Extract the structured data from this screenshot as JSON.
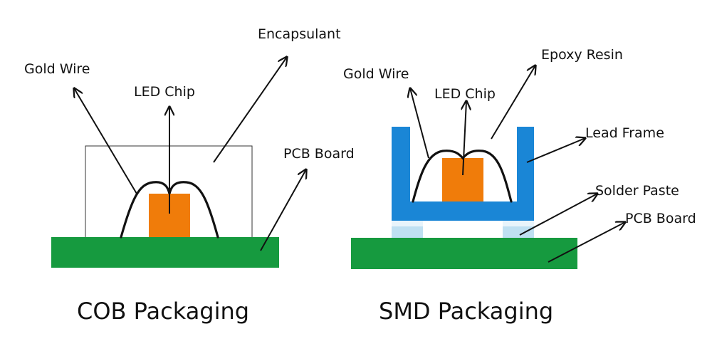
{
  "colors": {
    "pcb": "#169a3f",
    "chip": "#f07c0a",
    "frame": "#1a86d6",
    "solder": "#bfe0f2",
    "outline": "#111111"
  },
  "cob": {
    "title": "COB Packaging",
    "labels": {
      "gold_wire": "Gold Wire",
      "led_chip": "LED Chip",
      "encapsulant": "Encapsulant",
      "pcb_board": "PCB Board"
    }
  },
  "smd": {
    "title": "SMD Packaging",
    "labels": {
      "gold_wire": "Gold Wire",
      "led_chip": "LED Chip",
      "epoxy_resin": "Epoxy Resin",
      "lead_frame": "Lead Frame",
      "solder_paste": "Solder Paste",
      "pcb_board": "PCB Board"
    }
  }
}
